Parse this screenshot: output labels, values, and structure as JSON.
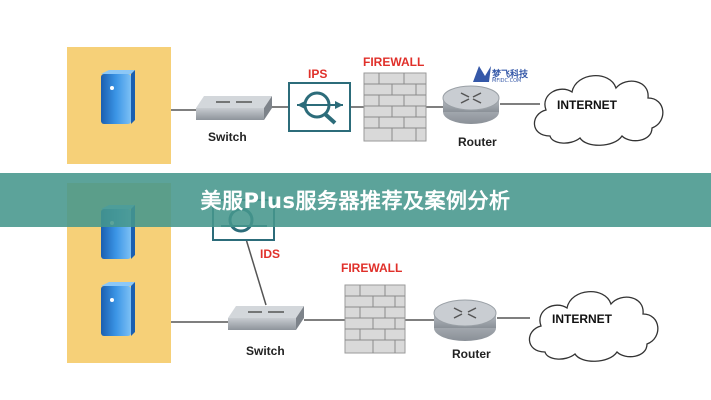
{
  "top_diagram": {
    "switch_label": "Switch",
    "ips_label": "IPS",
    "firewall_label": "FIREWALL",
    "router_label": "Router",
    "internet_label": "INTERNET"
  },
  "bottom_diagram": {
    "ids_label": "IDS",
    "switch_label": "Switch",
    "firewall_label": "FIREWALL",
    "router_label": "Router",
    "internet_label": "INTERNET"
  },
  "banner": {
    "title": "美服Plus服务器推荐及案例分析"
  },
  "watermark": {
    "text": "梦飞科技",
    "subtext": "MFIDC.COM"
  },
  "colors": {
    "panel": "#f6d078",
    "banner": "#46968c",
    "label_red": "#e0302a",
    "server_blue": "#2a7fd4"
  }
}
